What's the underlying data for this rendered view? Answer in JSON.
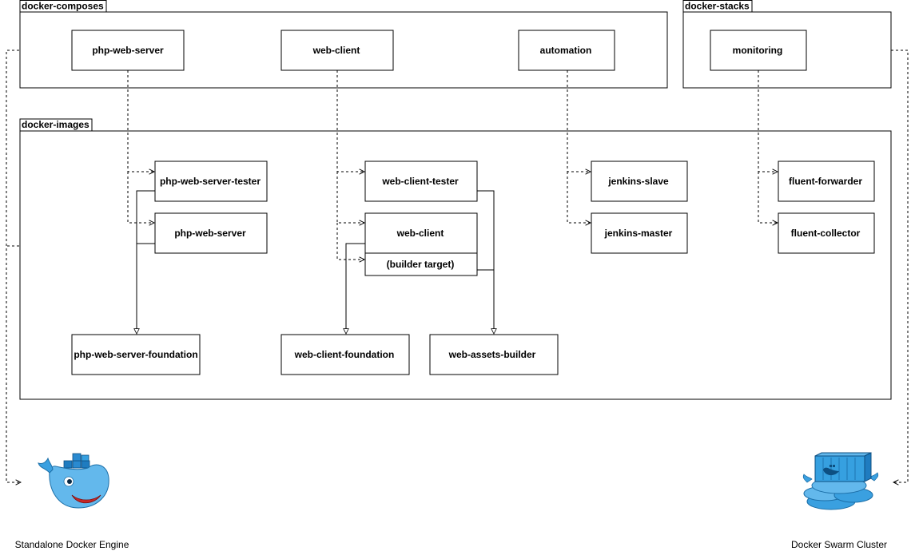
{
  "groups": {
    "composes": "docker-composes",
    "stacks": "docker-stacks",
    "images": "docker-images"
  },
  "composes": {
    "php_web_server": "php-web-server",
    "web_client": "web-client",
    "automation": "automation"
  },
  "stacks": {
    "monitoring": "monitoring"
  },
  "images": {
    "php_web_server_tester": "php-web-server-tester",
    "php_web_server": "php-web-server",
    "web_client_tester": "web-client-tester",
    "web_client": "web-client",
    "builder_target": "(builder target)",
    "jenkins_slave": "jenkins-slave",
    "jenkins_master": "jenkins-master",
    "fluent_forwarder": "fluent-forwarder",
    "fluent_collector": "fluent-collector",
    "php_web_server_foundation": "php-web-server-foundation",
    "web_client_foundation": "web-client-foundation",
    "web_assets_builder": "web-assets-builder"
  },
  "targets": {
    "standalone": "Standalone Docker Engine",
    "swarm": "Docker Swarm Cluster"
  },
  "icons": {
    "standalone": "docker-whale-icon",
    "swarm": "docker-swarm-icon"
  },
  "colors": {
    "stroke": "#000000",
    "whale_blue": "#3aa0e0",
    "whale_light": "#63b8ec",
    "container_blue": "#1f7cc0"
  }
}
